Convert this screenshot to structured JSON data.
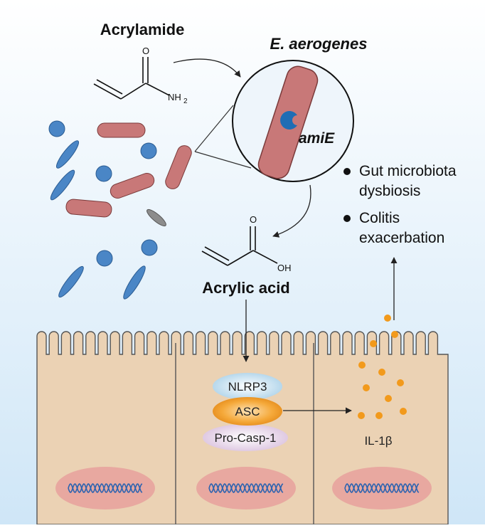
{
  "labels": {
    "acrylamide": "Acrylamide",
    "organism": "E. aerogenes",
    "gene": "amiE",
    "acrylic_acid": "Acrylic acid",
    "amide_oxygen": "O",
    "amide_group": "NH",
    "amide_subscript": "2",
    "acid_oxygen": "O",
    "acid_group": "OH",
    "nlrp3": "NLRP3",
    "asc": "ASC",
    "pro_casp1": "Pro-Casp-1",
    "il1b": "IL-1β"
  },
  "outcomes": [
    {
      "line1": "Gut microbiota",
      "line2": "dysbiosis"
    },
    {
      "line1": "Colitis",
      "line2": "exacerbation"
    }
  ],
  "colors": {
    "background_top": "#ffffff",
    "background_bottom": "#cfe6f7",
    "rod_bacteria": "#c87878",
    "coccus_bacteria": "#4a86c6",
    "vibrio_bacteria": "#4a86c6",
    "gray_bacterium": "#8c8c8c",
    "enzyme": "#1f6db5",
    "cell": "#ebd2b4",
    "nucleus": "#e8a8a0",
    "dna": "#2c63b0",
    "nlrp3": "#b7d9ec",
    "asc": "#f29a1c",
    "pro_casp1": "#e6d2e8",
    "il1b_dots": "#f29a1c"
  }
}
